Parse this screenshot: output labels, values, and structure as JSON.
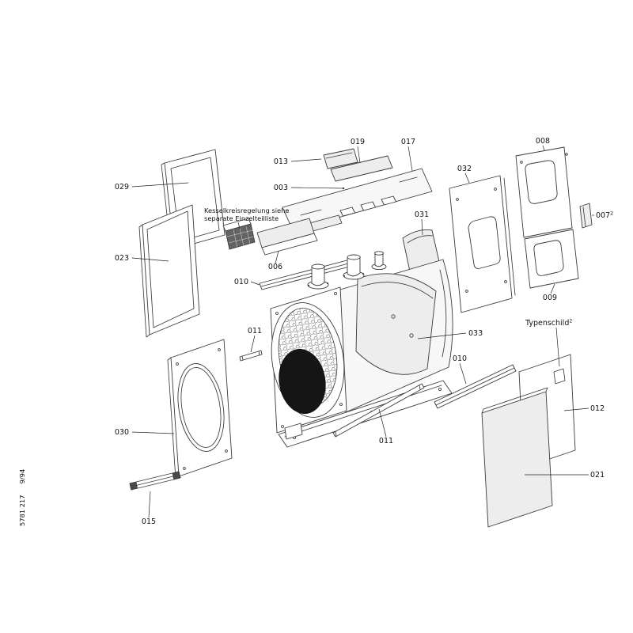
{
  "page": {
    "footer_code": "5781 217",
    "footer_date": "9/94"
  },
  "note": {
    "line1": "Kesselkreisregelung siehe",
    "line2": "separate Einzelteilliste"
  },
  "typenschild": {
    "label": "Typenschild",
    "sup": "2"
  },
  "parts": {
    "p029": "029",
    "p023": "023",
    "p013": "013",
    "p003": "003",
    "p019": "019",
    "p017": "017",
    "p032": "032",
    "p008": "008",
    "p007": "007",
    "p007_sup": "2",
    "p031": "031",
    "p009": "009",
    "p006": "006",
    "p010_upper": "010",
    "p011_front": "011",
    "p033": "033",
    "p010_lower": "010",
    "p011_lower": "011",
    "p030": "030",
    "p015": "015",
    "p012": "012",
    "p021": "021"
  }
}
